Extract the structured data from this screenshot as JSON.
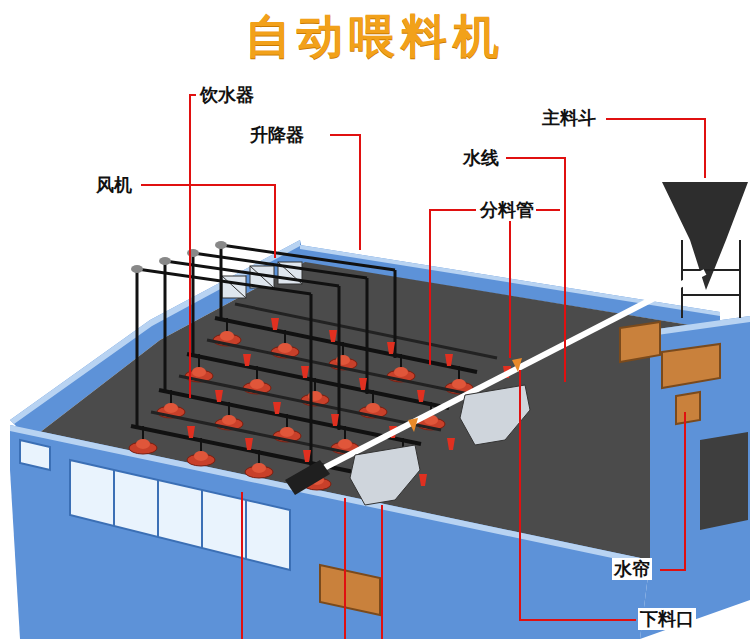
{
  "diagram": {
    "title": "自动喂料机",
    "labels": [
      "饮水器",
      "主料斗",
      "升降器",
      "水线",
      "风机",
      "分料管",
      "水帘",
      "下料口"
    ]
  }
}
